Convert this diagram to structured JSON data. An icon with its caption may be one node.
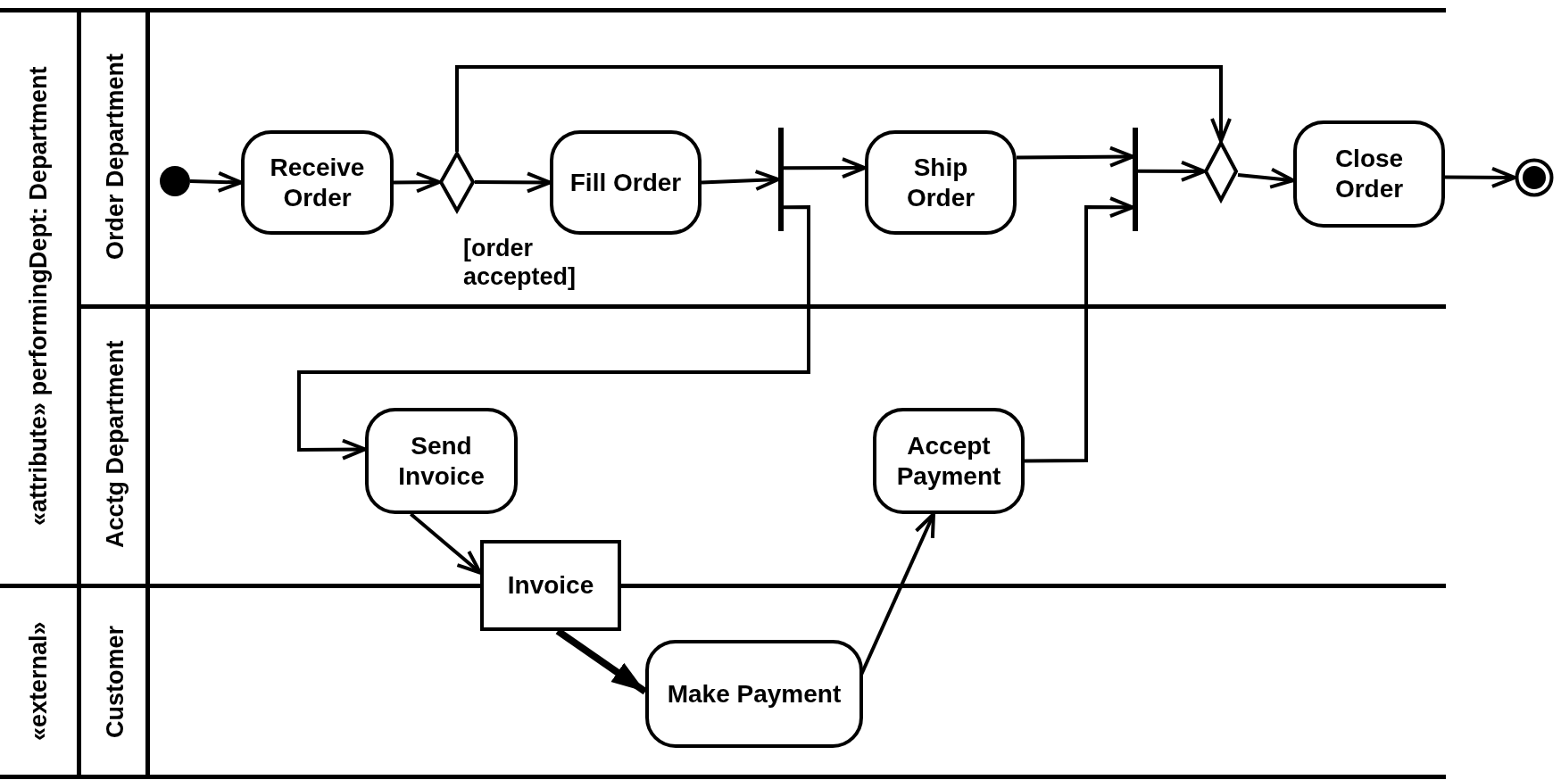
{
  "diagram": {
    "nodes": [
      {
        "text": [
          "«attribute» performingDept: Department"
        ]
      },
      {
        "text": [
          "Order Department"
        ],
        "in": 0
      },
      {
        "text": [
          "Acctg Department"
        ],
        "in": 0
      },
      {
        "text": [
          "«external»"
        ]
      },
      {
        "text": [
          "Customer"
        ],
        "in": 3
      },
      {
        "text": [],
        "shape": "circle",
        "in": 1
      },
      {
        "text": [
          "Receive Order"
        ],
        "in": 1
      },
      {
        "text": [],
        "shape": "diamond",
        "in": 1
      },
      {
        "text": [
          "Fill Order"
        ],
        "in": 1
      },
      {
        "text": [],
        "shape": "bar",
        "in": 1
      },
      {
        "text": [
          "Ship Order"
        ],
        "in": 1
      },
      {
        "text": [],
        "shape": "bar",
        "in": 1
      },
      {
        "text": [],
        "shape": "diamond",
        "in": 1
      },
      {
        "text": [
          "Close Order"
        ],
        "in": 1
      },
      {
        "text": [],
        "shape": "circle",
        "in": 1
      },
      {
        "text": [
          "Send Invoice"
        ],
        "in": 2
      },
      {
        "text": [
          "Accept Payment"
        ],
        "in": 2
      },
      {
        "text": [
          "Invoice"
        ]
      },
      {
        "text": [
          "Make Payment"
        ],
        "in": 4
      }
    ],
    "edges": [
      {
        "from": 5,
        "to": 6,
        "arrow": "to"
      },
      {
        "from": 6,
        "to": 7,
        "arrow": "to"
      },
      {
        "from": 7,
        "to": 8,
        "arrow": "to",
        "label": "[order accepted]"
      },
      {
        "from": 7,
        "to": 12,
        "arrow": "to"
      },
      {
        "from": 8,
        "to": 9,
        "arrow": "to"
      },
      {
        "from": 9,
        "to": 10,
        "arrow": "to"
      },
      {
        "from": 9,
        "to": 15,
        "arrow": "to"
      },
      {
        "from": 10,
        "to": 11,
        "arrow": "to"
      },
      {
        "from": 16,
        "to": 11,
        "arrow": "to"
      },
      {
        "from": 11,
        "to": 12,
        "arrow": "to"
      },
      {
        "from": 12,
        "to": 13,
        "arrow": "to"
      },
      {
        "from": 13,
        "to": 14,
        "arrow": "to"
      },
      {
        "from": 15,
        "to": 17,
        "arrow": "to"
      },
      {
        "from": 17,
        "to": 18,
        "arrow": "to",
        "style": "thick"
      },
      {
        "from": 18,
        "to": 16,
        "arrow": "to"
      }
    ]
  }
}
